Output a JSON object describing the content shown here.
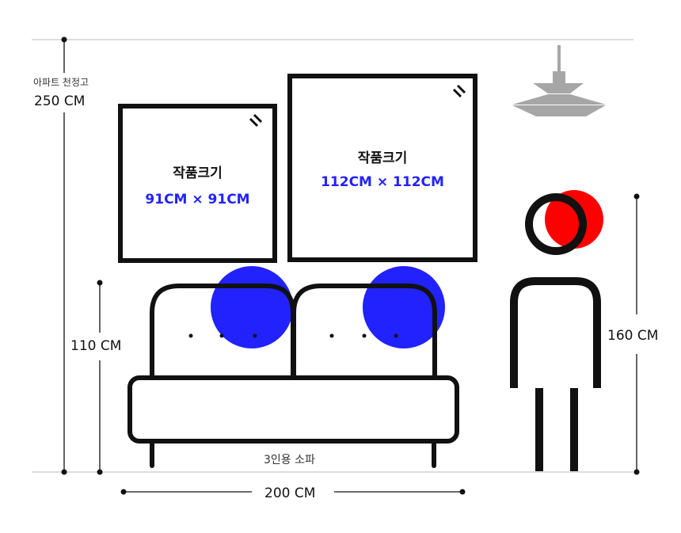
{
  "ceiling": {
    "caption": "아파트 천정고",
    "height": "250 CM"
  },
  "artworks": [
    {
      "title": "작품크기",
      "size": "91CM × 91CM"
    },
    {
      "title": "작품크기",
      "size": "112CM × 112CM"
    }
  ],
  "sofa": {
    "caption": "3인용 소파",
    "height": "110 CM",
    "width": "200 CM"
  },
  "person": {
    "height": "160 CM"
  },
  "colors": {
    "accent_blue": "#2222ff",
    "accent_red": "#ff0000",
    "line": "#111111",
    "guide": "#bbbbbb",
    "lamp": "#a6a6a6"
  }
}
